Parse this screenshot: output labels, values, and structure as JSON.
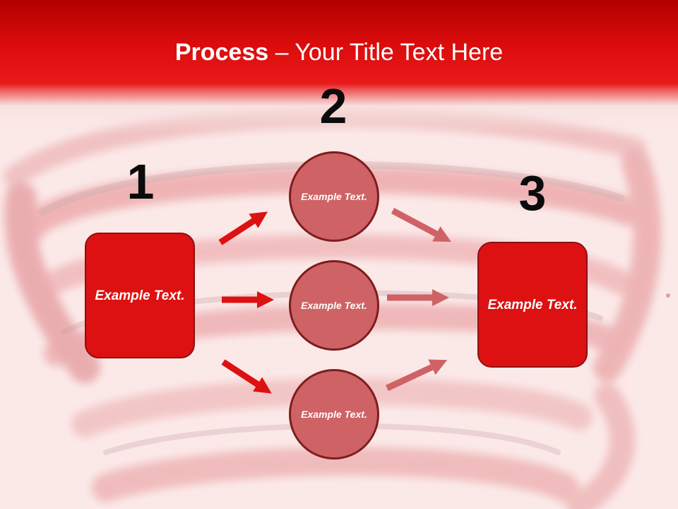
{
  "title": {
    "bold": "Process",
    "rest": " – Your Title Text Here"
  },
  "steps": [
    {
      "number": "1"
    },
    {
      "number": "2"
    },
    {
      "number": "3"
    }
  ],
  "boxes": {
    "left": "Example Text.",
    "right": "Example Text."
  },
  "circles": [
    {
      "text": "Example Text."
    },
    {
      "text": "Example Text."
    },
    {
      "text": "Example Text."
    }
  ],
  "colors": {
    "title_band": "#d90b0b",
    "box_fill": "#dd1111",
    "circle_fill": "#cf6265",
    "arrow_bright": "#dd1111",
    "arrow_muted": "#cf6265",
    "background": "#fbe9e8"
  }
}
